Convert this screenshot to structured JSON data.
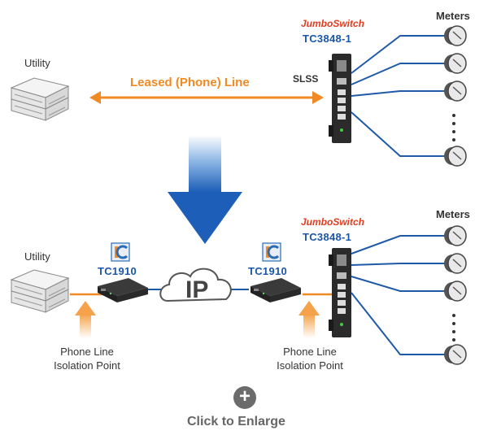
{
  "top": {
    "utility_label": "Utility",
    "leased_line_label": "Leased (Phone) Line",
    "slss_label": "SLSS",
    "brand_logo": "JumboSwitch",
    "model_label": "TC3848-1",
    "meters_label": "Meters"
  },
  "bottom": {
    "utility_label": "Utility",
    "left_converter_label": "TC1910",
    "right_converter_label": "TC1910",
    "cloud_label": "IP",
    "brand_logo": "JumboSwitch",
    "model_label": "TC3848-1",
    "meters_label": "Meters",
    "left_isolation_line1": "Phone Line",
    "left_isolation_line2": "Isolation Point",
    "right_isolation_line1": "Phone Line",
    "right_isolation_line2": "Isolation Point"
  },
  "footer": {
    "enlarge_icon": "plus-icon",
    "enlarge_label": "Click to Enlarge"
  },
  "colors": {
    "phone_line": "#f08a24",
    "meter_link": "#1f5aa8",
    "ip_arrow": "#2c6fc0",
    "brand_text": "#1a56a8"
  }
}
